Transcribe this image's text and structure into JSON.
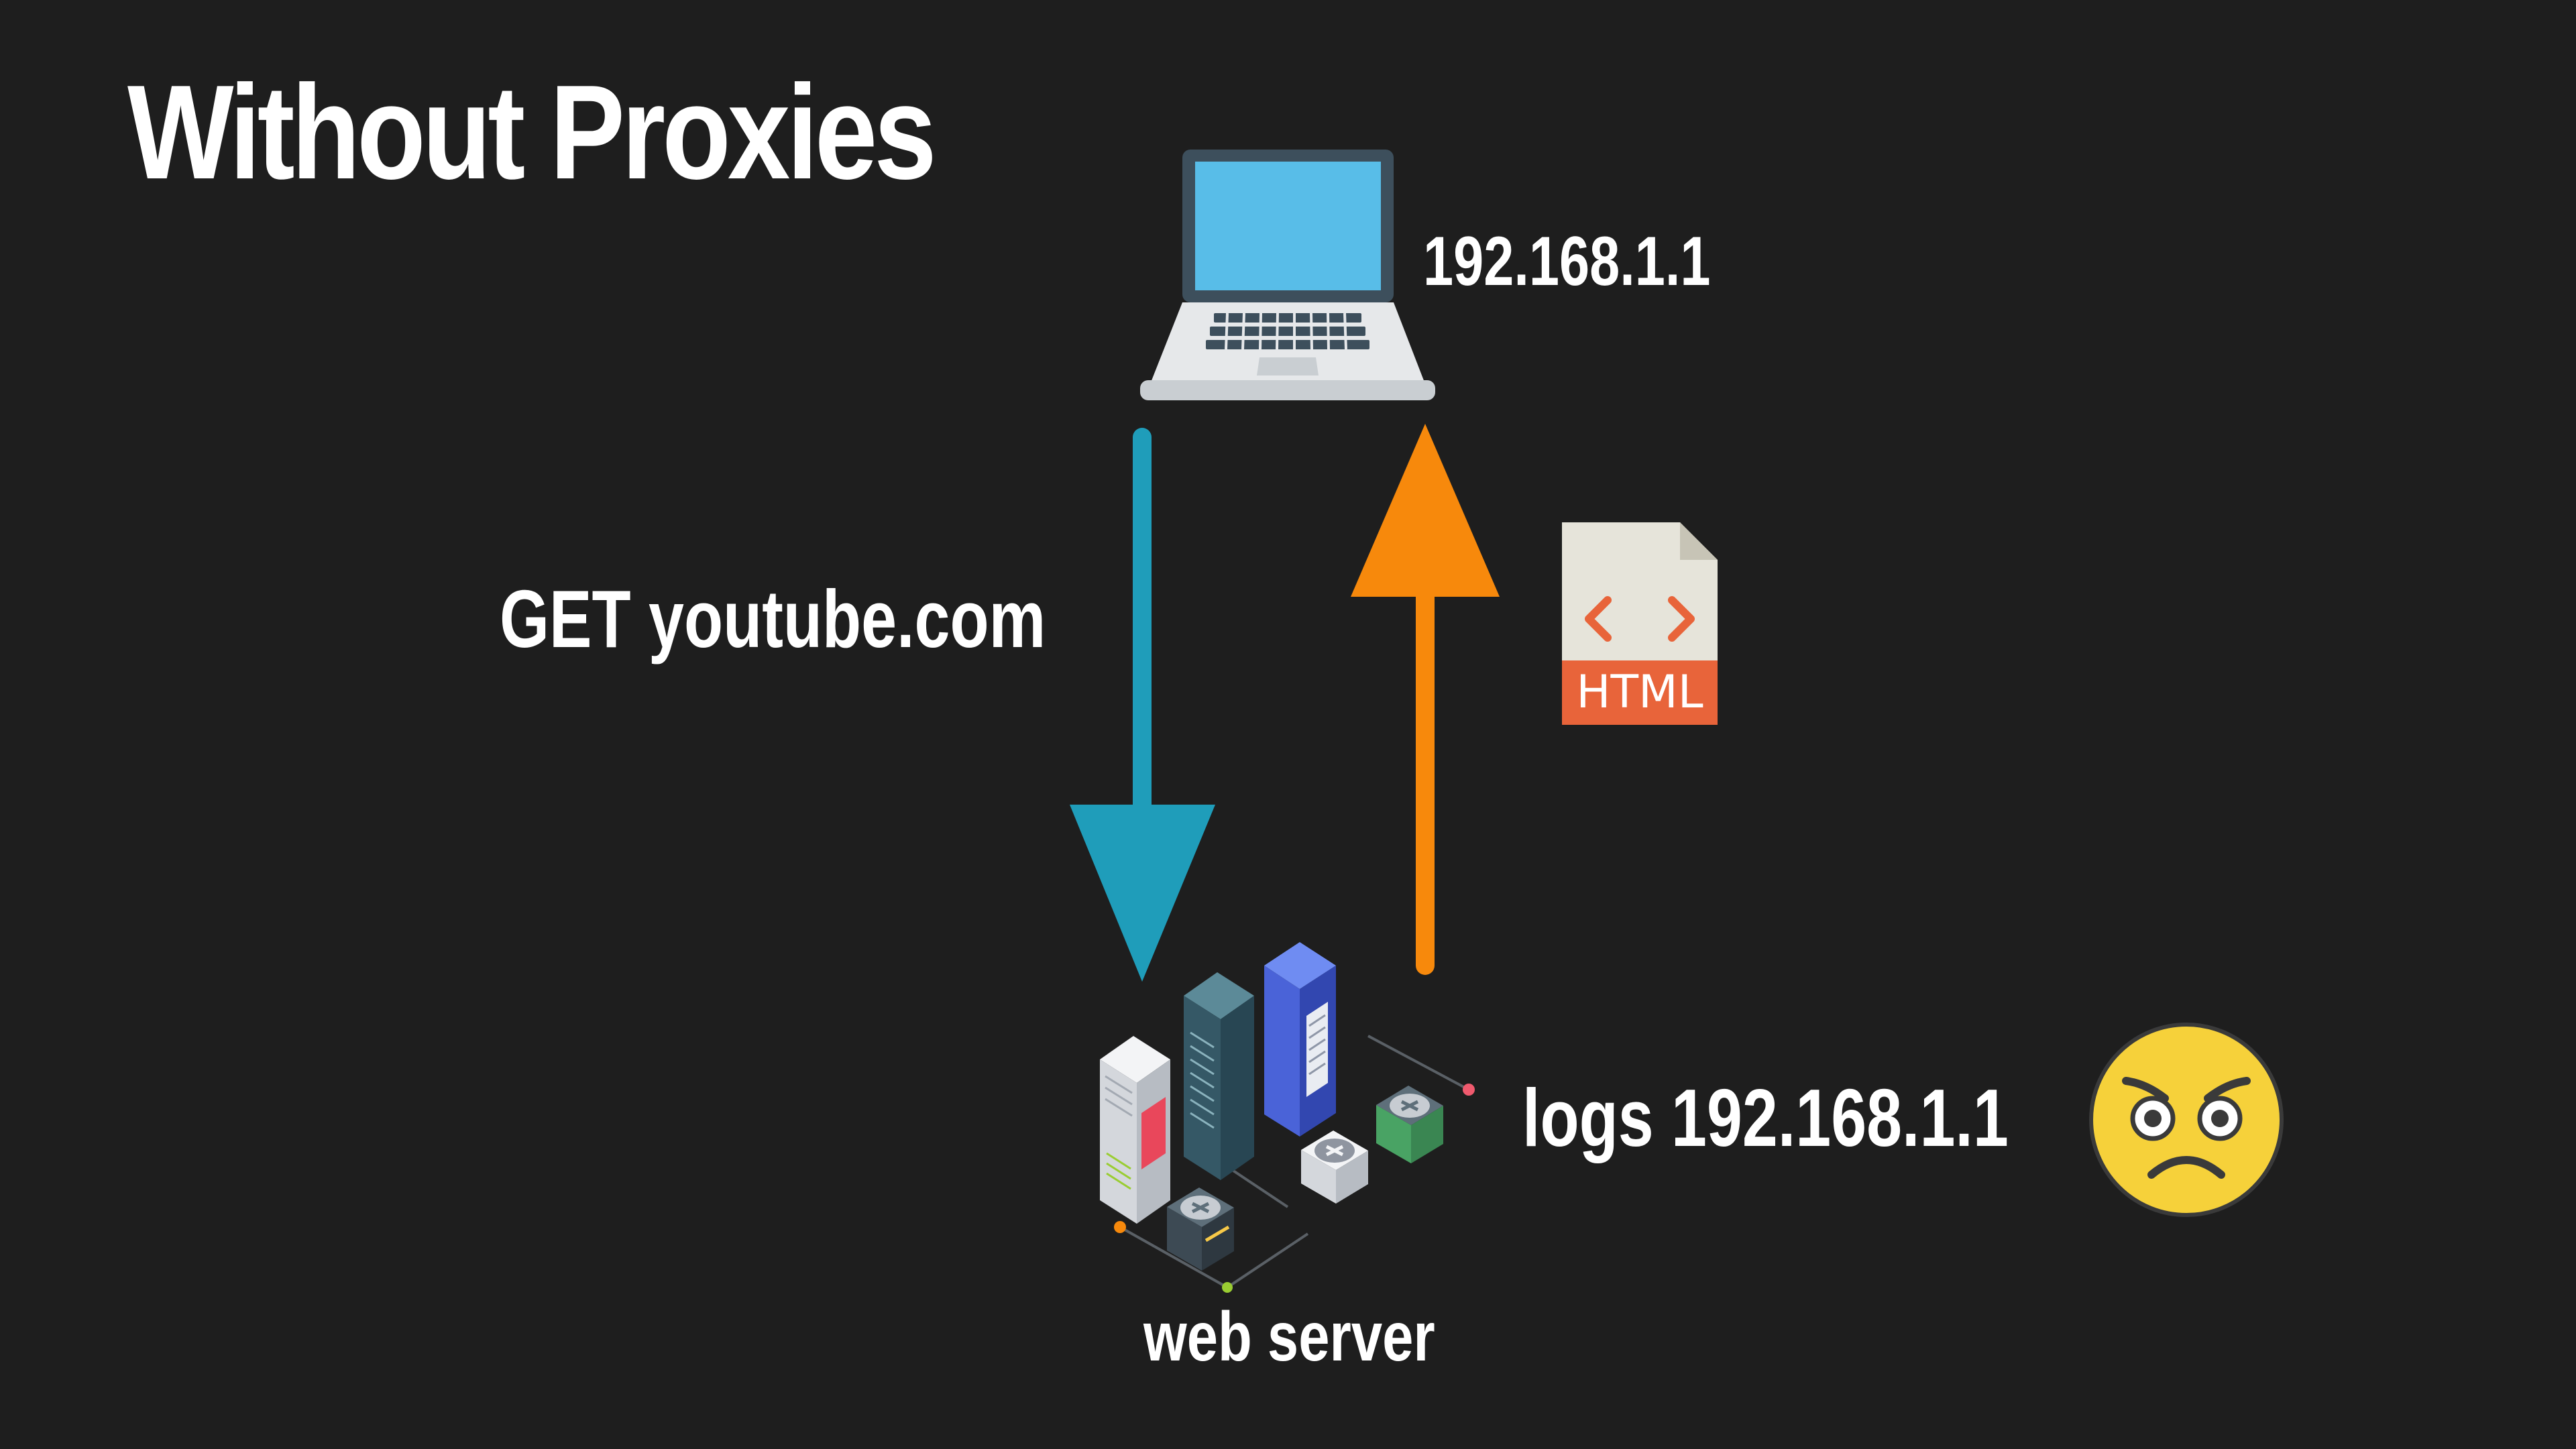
{
  "slide": {
    "title": "Without Proxies",
    "client_ip_label": "192.168.1.1",
    "request_label": "GET youtube.com",
    "server_log_label": "logs 192.168.1.1",
    "server_label": "web server",
    "file_badge_label": "HTML"
  },
  "icons": {
    "client": "laptop-icon",
    "server": "server-cluster-icon",
    "document": "html-file-icon",
    "reaction": "angry-face-emoji"
  },
  "colors": {
    "background": "#1e1e1e",
    "request_arrow": "#1f9dba",
    "response_arrow": "#f7890c",
    "html_badge": "#e8643a",
    "text": "#ffffff"
  }
}
